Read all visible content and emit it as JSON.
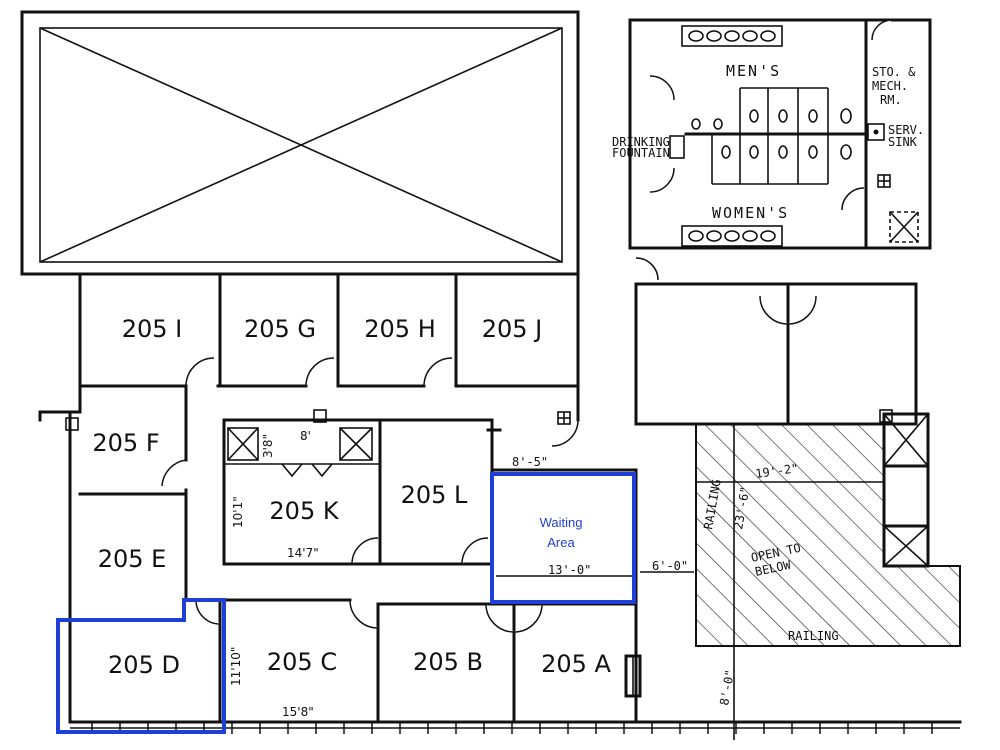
{
  "rooms": {
    "r205i": "205 I",
    "r205g": "205 G",
    "r205h": "205 H",
    "r205j": "205 J",
    "r205f": "205 F",
    "r205k": "205 K",
    "r205l": "205 L",
    "r205e": "205 E",
    "r205d": "205 D",
    "r205c": "205 C",
    "r205b": "205 B",
    "r205a": "205 A"
  },
  "waiting_area": {
    "line1": "Waiting",
    "line2": "Area"
  },
  "dimensions": {
    "k_width": "14'7\"",
    "k_height": "10'1\"",
    "small_w": "8'",
    "small_h": "3'8\"",
    "c_height": "11'10\"",
    "c_width": "15'8\"",
    "top_gap": "8'-5\"",
    "waiting_w": "13'-0\"",
    "gap_6": "6'-0\"",
    "open_w": "19'-2\"",
    "open_h": "23'-6\"",
    "bottom_8": "8'-0\""
  },
  "annotations": {
    "mens": "MEN'S",
    "womens": "WOMEN'S",
    "sto1": "STO. &",
    "sto2": "MECH.",
    "sto3": "RM.",
    "serv1": "SERV.",
    "serv2": "SINK",
    "drink1": "DRINKING",
    "drink2": "FOUNTAIN",
    "railing_v": "RAILING",
    "railing_h": "RAILING",
    "open1": "OPEN TO",
    "open2": "BELOW"
  }
}
